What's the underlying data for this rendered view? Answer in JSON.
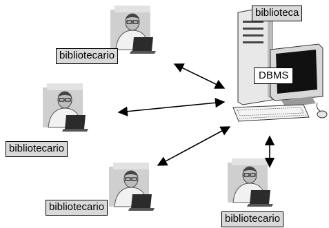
{
  "server": {
    "name_label": "biblioteca",
    "dbms_label": "DBMS"
  },
  "clients": [
    {
      "label": "bibliotecario"
    },
    {
      "label": "bibliotecario"
    },
    {
      "label": "bibliotecario"
    },
    {
      "label": "bibliotecario"
    }
  ],
  "connections": [
    {
      "from": "client-1",
      "to": "server",
      "direction": "bidirectional"
    },
    {
      "from": "client-2",
      "to": "server",
      "direction": "bidirectional"
    },
    {
      "from": "client-3",
      "to": "server",
      "direction": "bidirectional"
    },
    {
      "from": "client-4",
      "to": "server",
      "direction": "bidirectional"
    }
  ]
}
